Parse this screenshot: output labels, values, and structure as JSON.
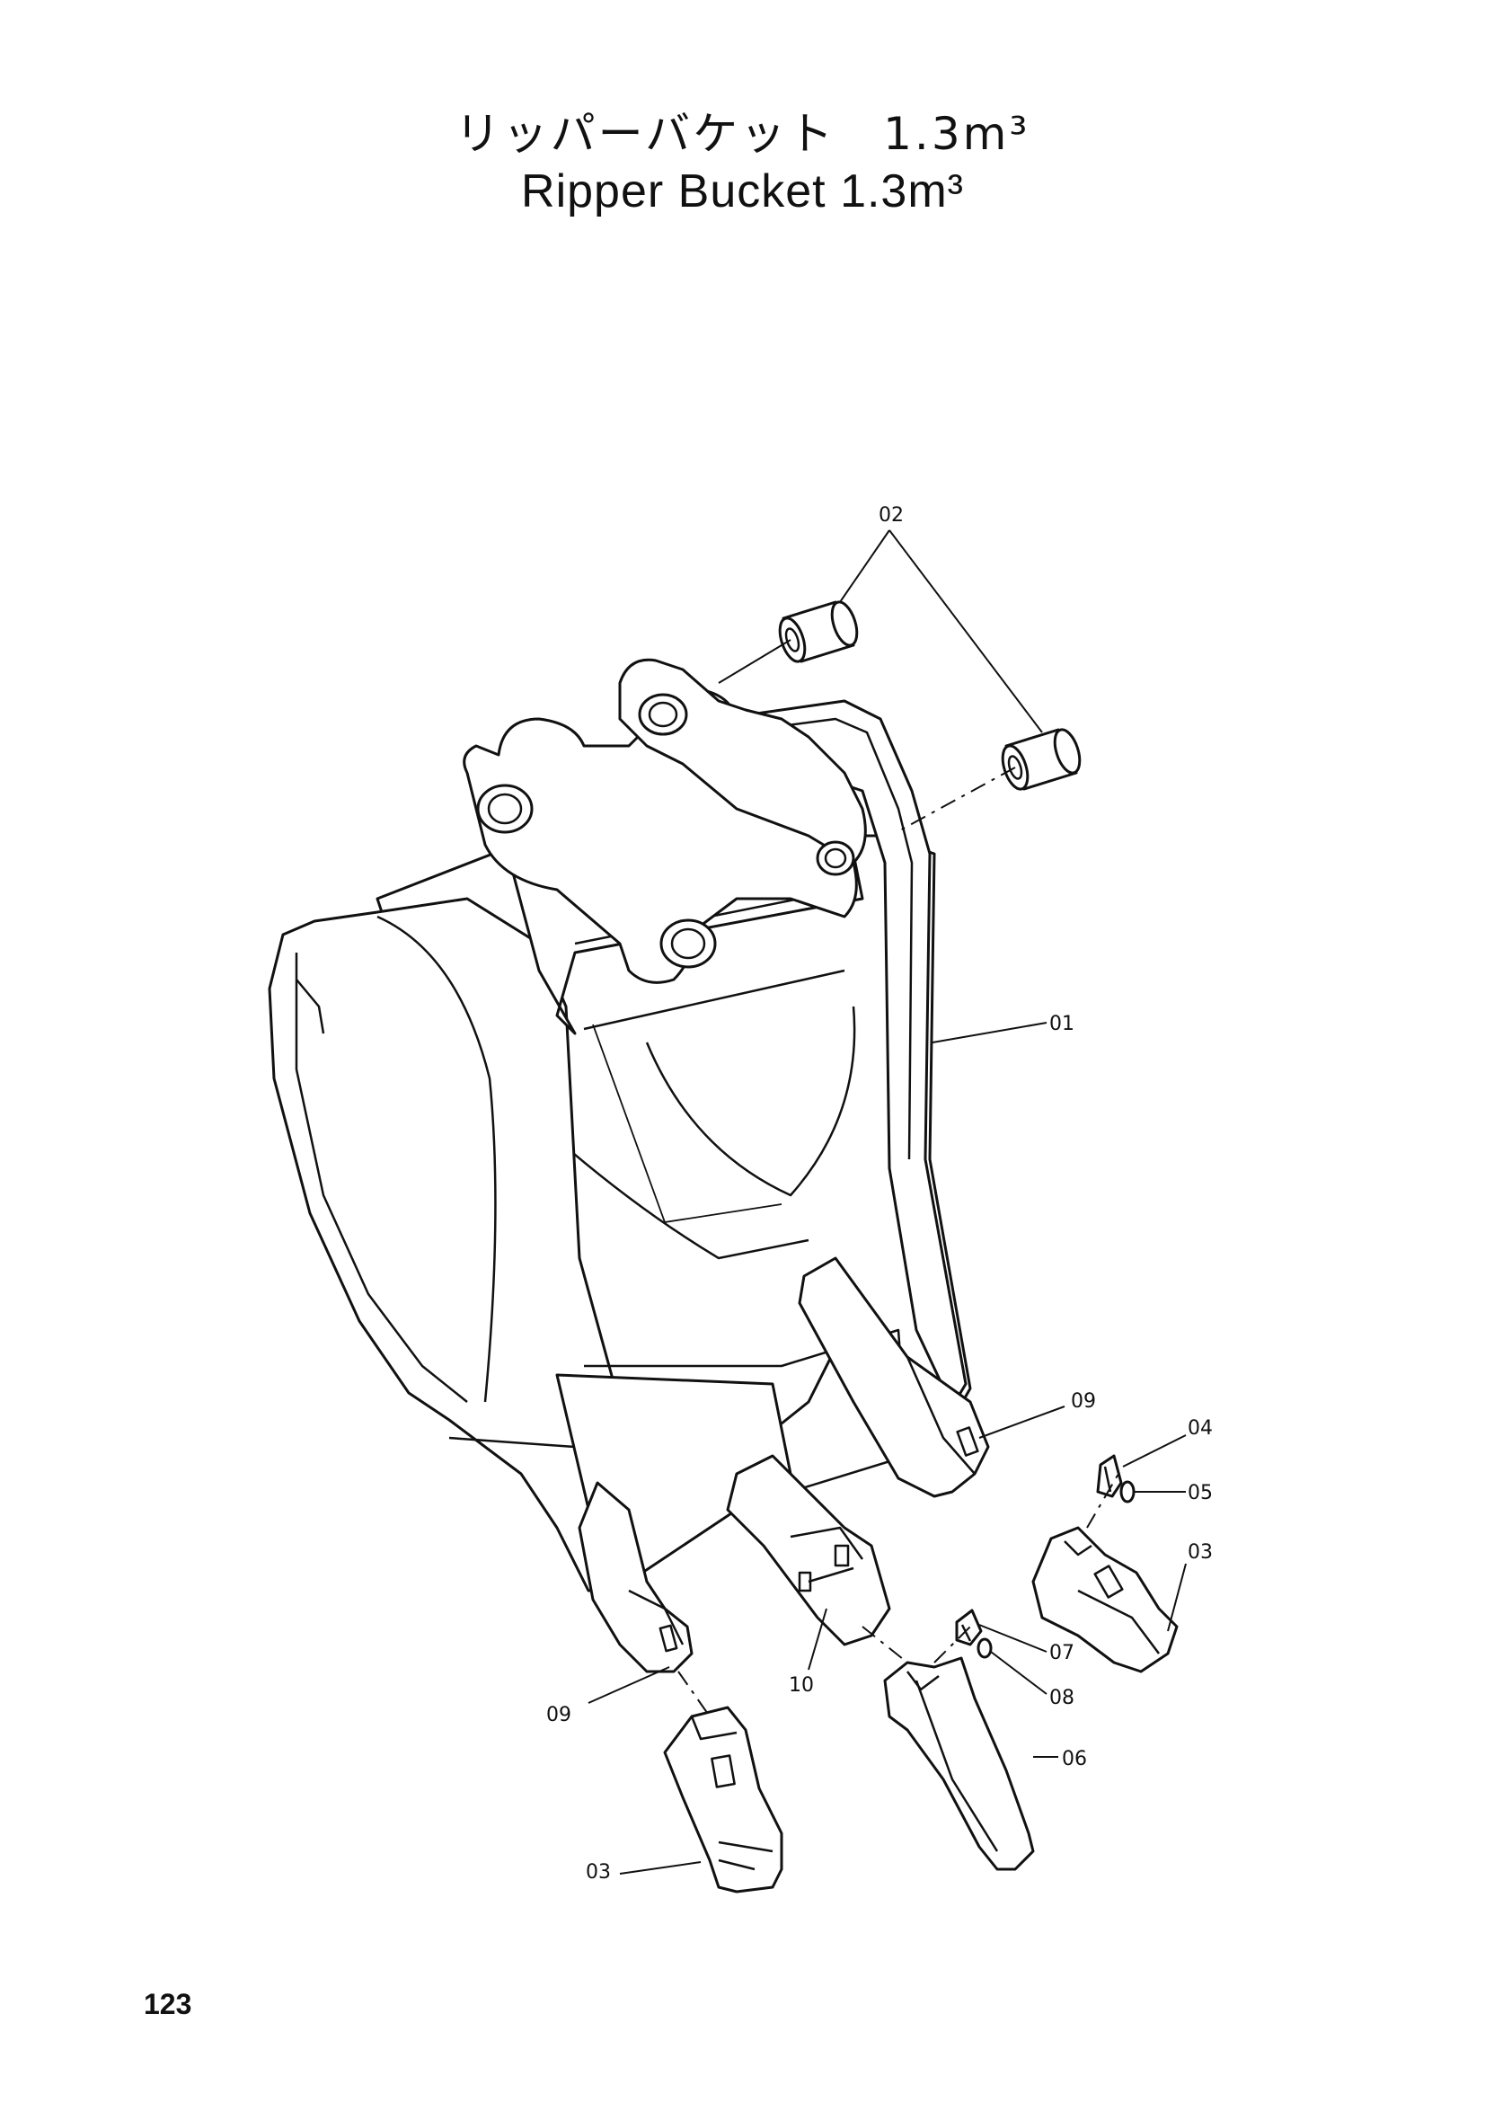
{
  "title": {
    "japanese": "リッパーバケット　1.3m³",
    "english": "Ripper Bucket 1.3m³"
  },
  "callouts": {
    "c01": "01",
    "c02": "02",
    "c03a": "03",
    "c03b": "03",
    "c04": "04",
    "c05": "05",
    "c06": "06",
    "c07": "07",
    "c08": "08",
    "c09a": "09",
    "c09b": "09",
    "c10": "10"
  },
  "page_number": "123"
}
